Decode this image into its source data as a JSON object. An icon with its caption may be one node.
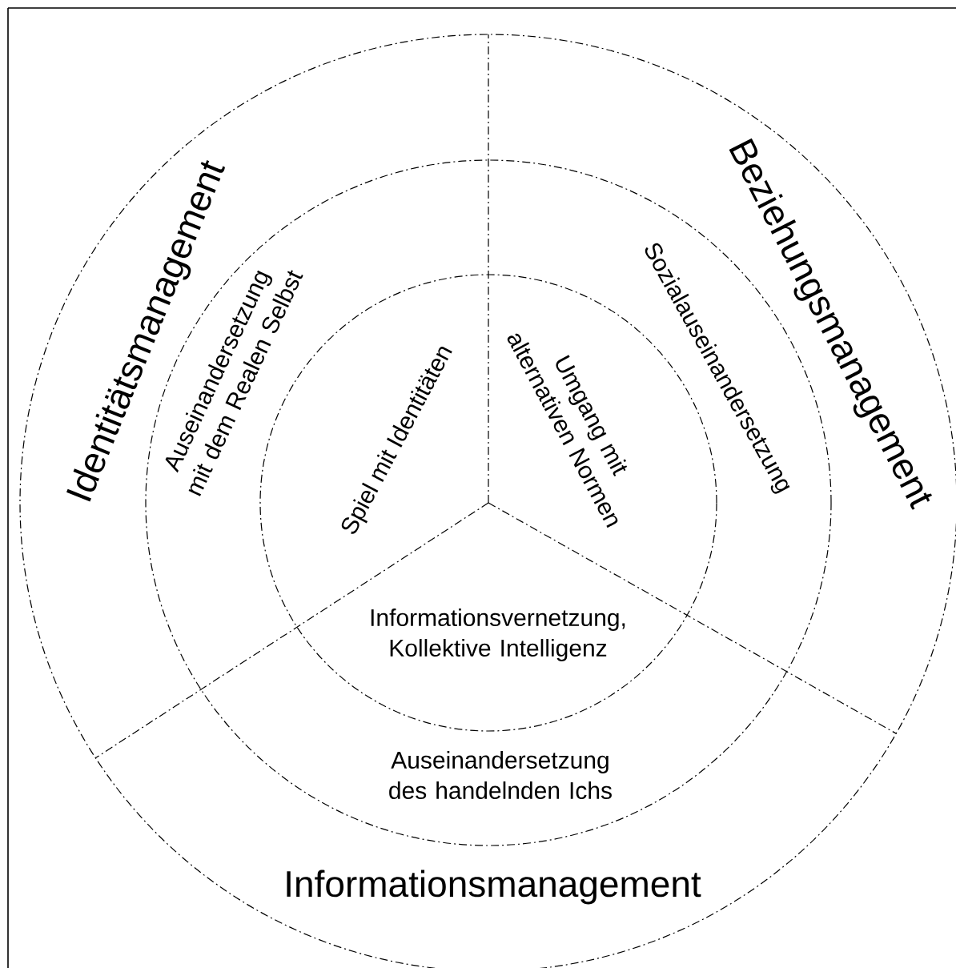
{
  "diagram": {
    "nodes": [
      {
        "text": [
          "Identitätsmanagement",
          "Beziehungsmanagement",
          "Informationsmanagement"
        ]
      },
      {
        "text": [
          "Auseinandersetzung mit dem Realen Selbst",
          "Sozialauseinandersetzung",
          "Auseinandersetzung des handelnden Ichs"
        ],
        "in": 0
      },
      {
        "text": [
          "Spiel mit Identitäten",
          "Umgang mit alternativen Normen",
          "Informationsvernetzung, Kollektive Intelligenz"
        ],
        "in": 1
      }
    ]
  }
}
